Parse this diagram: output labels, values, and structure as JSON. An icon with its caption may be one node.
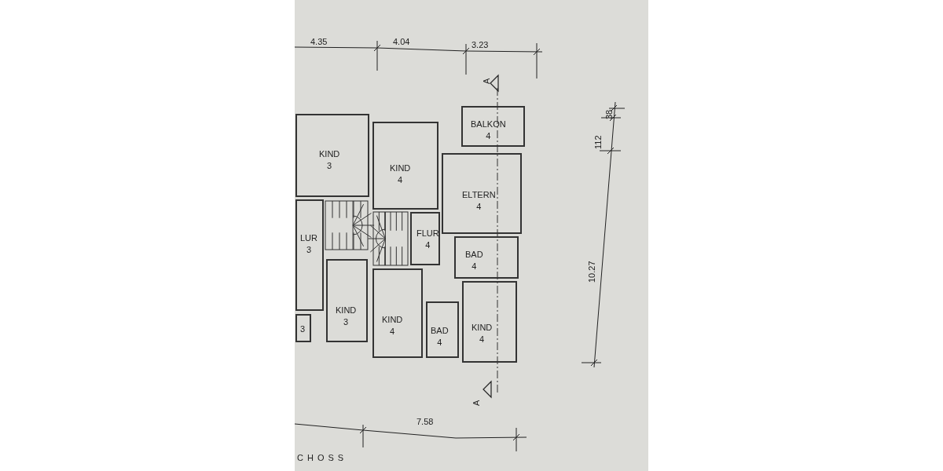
{
  "diagram": {
    "nodes": [
      {
        "text": [
          "KIND 3"
        ]
      },
      {
        "text": [
          "KIND 4"
        ]
      },
      {
        "text": [
          "BALKON 4"
        ]
      },
      {
        "text": [
          "ELTERN 4"
        ]
      },
      {
        "text": [
          "LUR 3"
        ]
      },
      {
        "text": [
          "FLUR 4"
        ]
      },
      {
        "text": [
          "BAD 4"
        ]
      },
      {
        "text": [
          "3"
        ]
      },
      {
        "text": [
          "KIND 3"
        ]
      },
      {
        "text": [
          "KIND 4"
        ]
      },
      {
        "text": [
          "BAD 4"
        ]
      },
      {
        "text": [
          "KIND 4"
        ]
      }
    ],
    "labels": [
      "4.35",
      "4.04",
      "3.23",
      "A",
      "38",
      "112",
      "10.27",
      "A",
      "7.58",
      "CHOSS"
    ]
  }
}
